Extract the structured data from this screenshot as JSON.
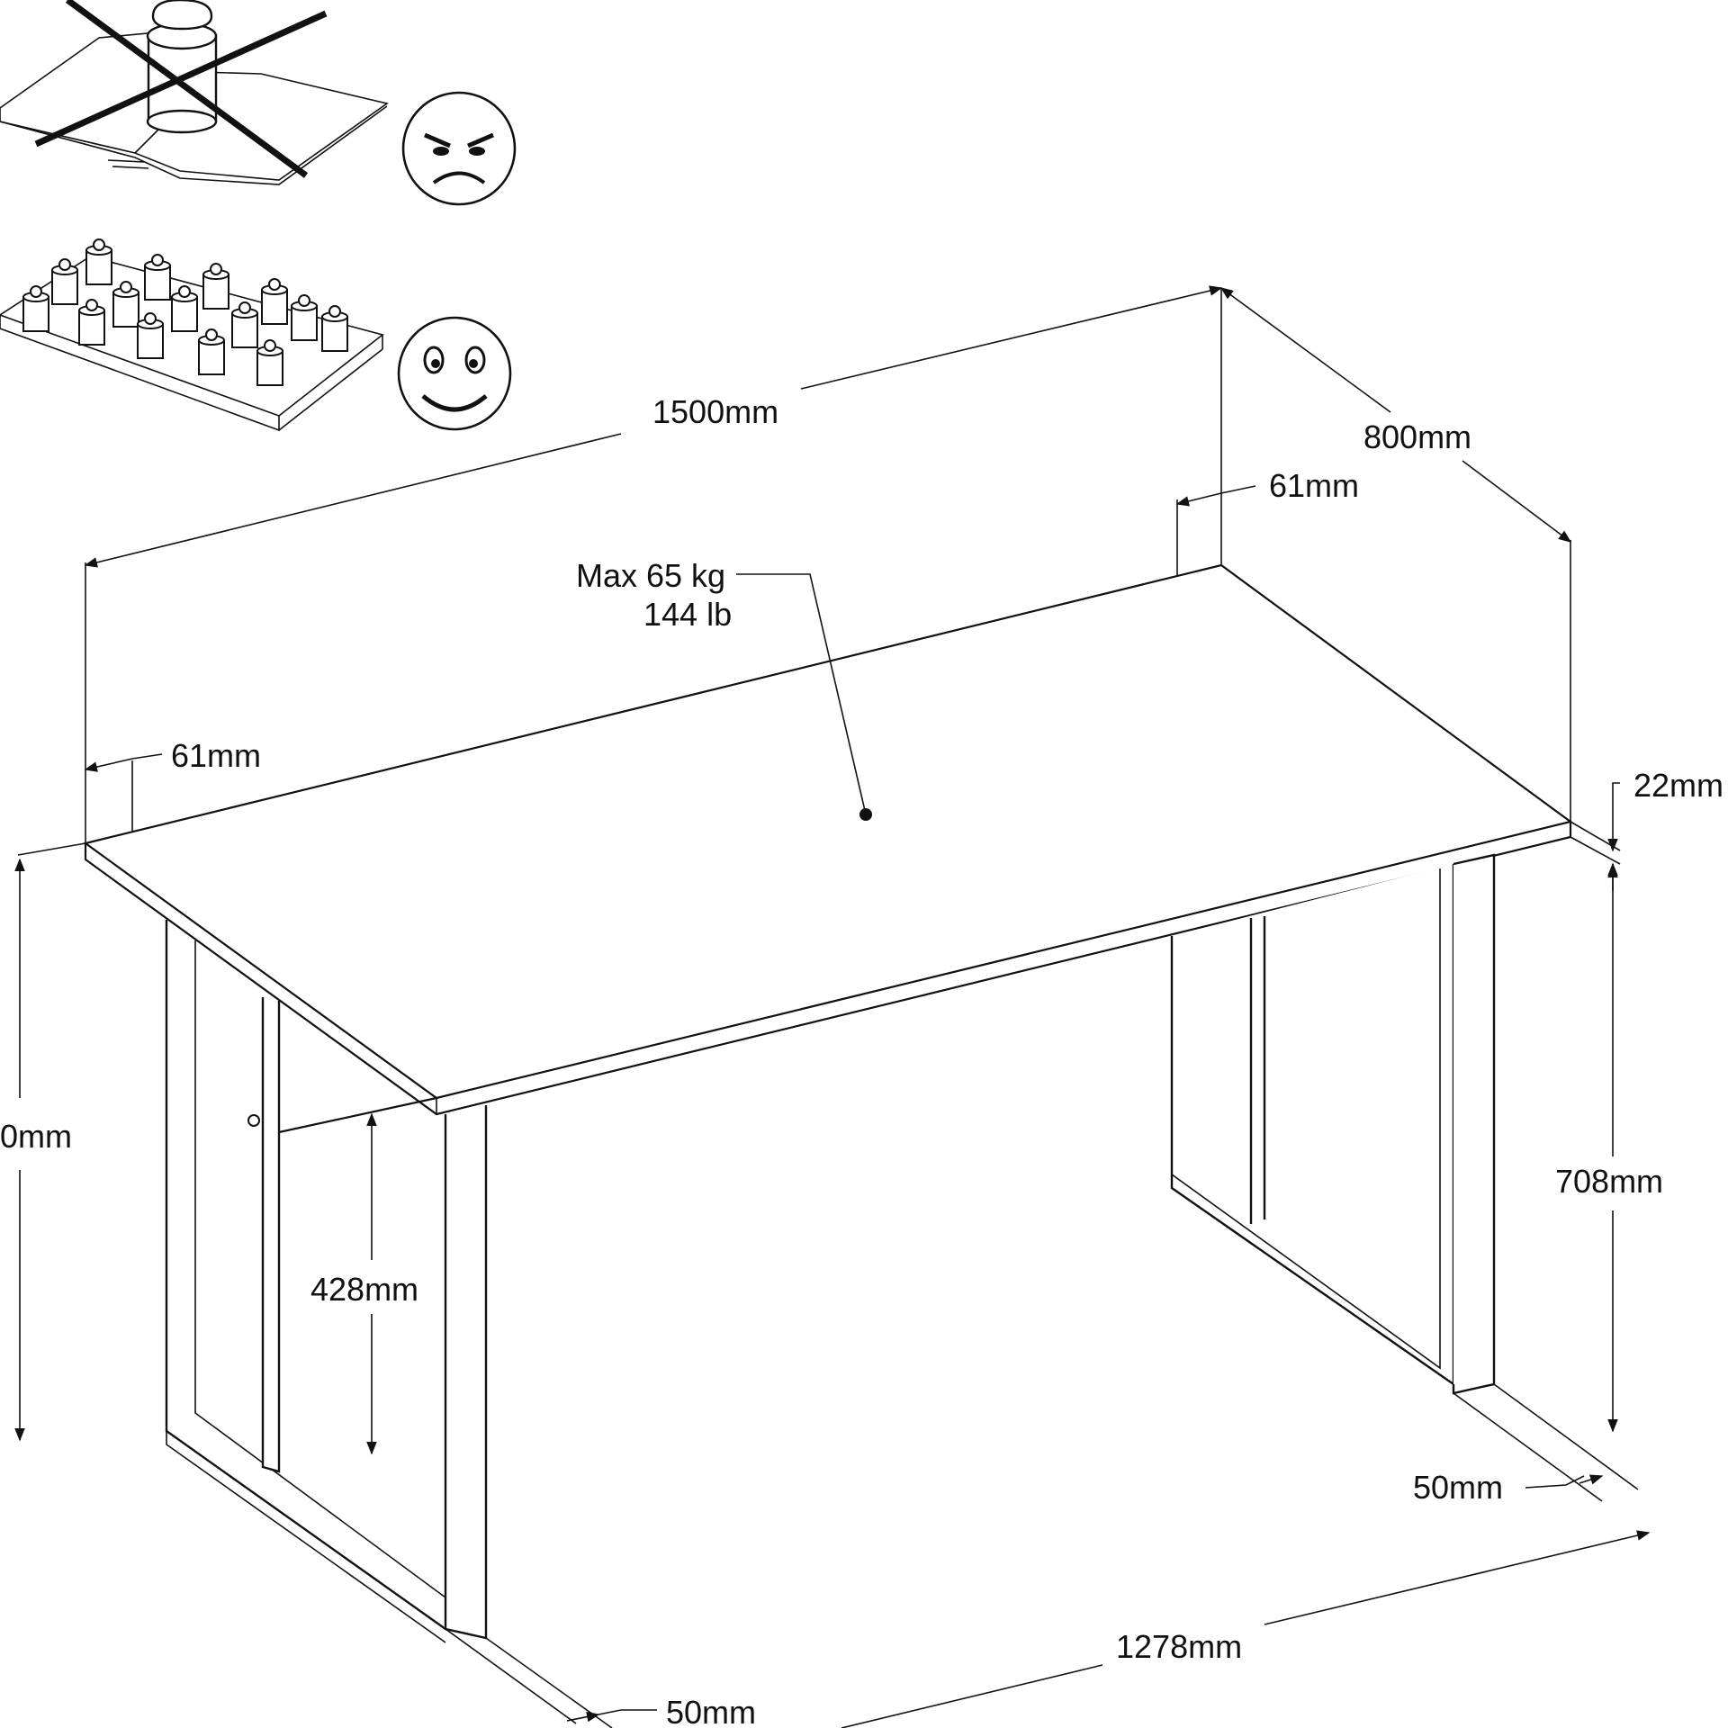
{
  "dimensions": {
    "width": "1500mm",
    "depth": "800mm",
    "inset_back": "61mm",
    "inset_front": "61mm",
    "top_thickness": "22mm",
    "height_total": "0mm",
    "leg_height": "708mm",
    "panel_height": "428mm",
    "leg_width_back": "50mm",
    "leg_width_front": "50mm",
    "inner_span": "1278mm"
  },
  "load": {
    "max_kg": "Max 65 kg",
    "max_lb": "144 lb"
  },
  "icons": {
    "bad": "angry-face-icon",
    "good": "smiling-face-icon"
  }
}
